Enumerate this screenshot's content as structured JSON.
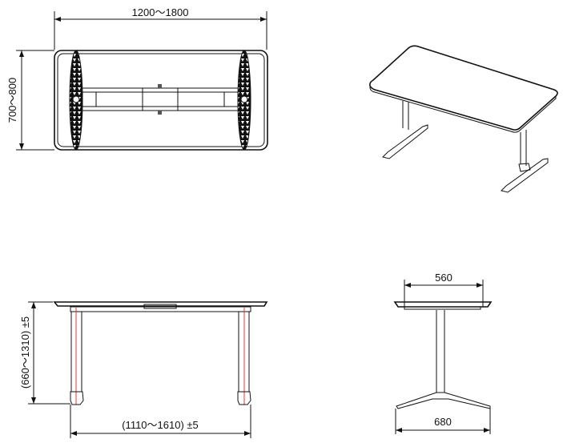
{
  "title": "Desk frame dimension drawing",
  "top_view": {
    "width_label": "1200～1800",
    "depth_label": "700～800"
  },
  "front_view": {
    "height_label": "(660～1310) ±5",
    "leg_span_label": "(1110～1610) ±5"
  },
  "side_view": {
    "top_width_label": "560",
    "foot_width_label": "680"
  },
  "colors": {
    "line": "#111111",
    "red_axis": "#e53935"
  }
}
